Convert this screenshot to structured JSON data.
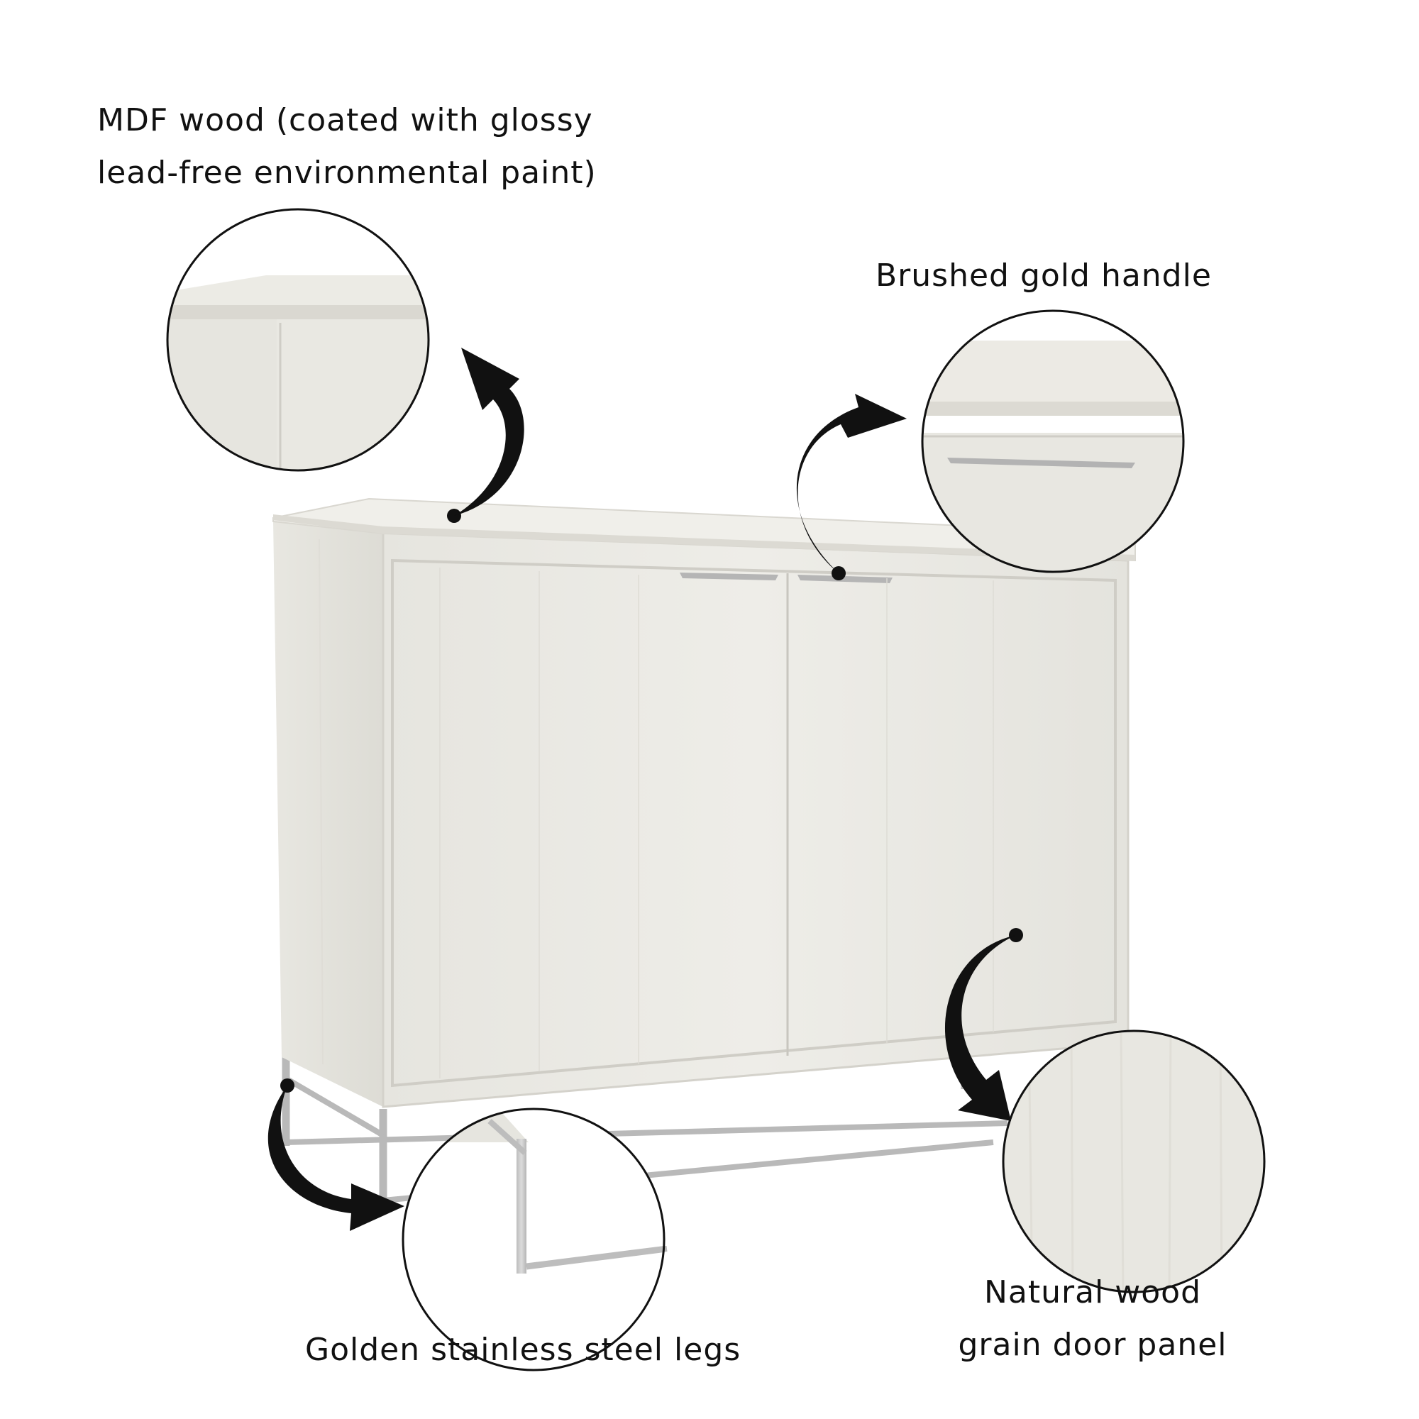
{
  "callouts": {
    "mdf": {
      "line1": "MDF wood (coated with glossy",
      "line2": "lead-free environmental paint)"
    },
    "handle": {
      "text": "Brushed gold handle"
    },
    "legs": {
      "text": "Golden stainless steel legs"
    },
    "grain": {
      "line1": "Natural wood",
      "line2": "grain door panel"
    }
  },
  "colors": {
    "wood_light": "#ecebe5",
    "wood_mid": "#e2e0d9",
    "wood_shadow": "#d6d4cc",
    "metal": "#c9c9c9",
    "metal_dark": "#a8a8a8",
    "outline": "#111111"
  }
}
